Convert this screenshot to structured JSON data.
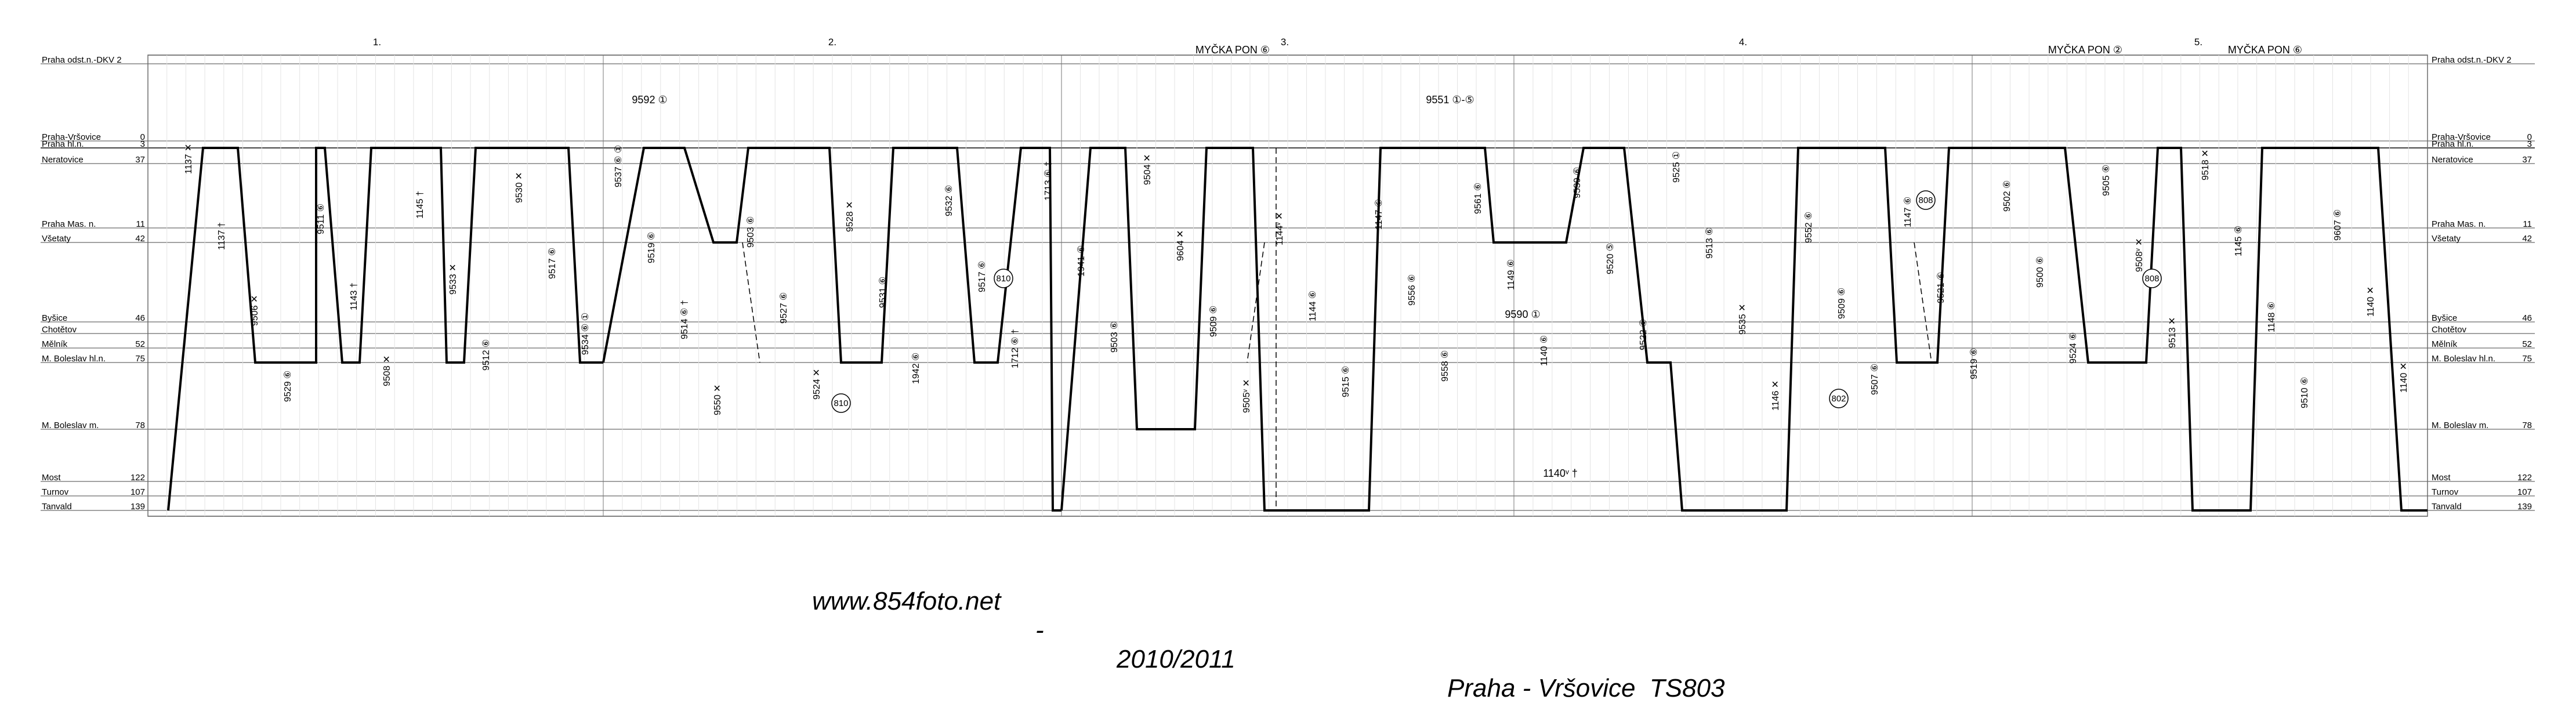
{
  "diagram": {
    "day_labels": [
      "1.",
      "2.",
      "3.",
      "4.",
      "5."
    ],
    "stations": [
      {
        "name": "Praha odst.n.-DKV 2",
        "km": ""
      },
      {
        "name": "Praha-Vršovice",
        "km": "0"
      },
      {
        "name": "Praha hl.n.",
        "km": "3"
      },
      {
        "name": "Neratovice",
        "km": "37"
      },
      {
        "name": "Praha Mas. n.",
        "km": "11"
      },
      {
        "name": "Všetaty",
        "km": "42"
      },
      {
        "name": "Byšice",
        "km": "46"
      },
      {
        "name": "Chotětov",
        "km": ""
      },
      {
        "name": "Mělník",
        "km": "52"
      },
      {
        "name": "M. Boleslav hl.n.",
        "km": "75"
      },
      {
        "name": "M. Boleslav m.",
        "km": "78"
      },
      {
        "name": "Most",
        "km": "122"
      },
      {
        "name": "Turnov",
        "km": "107"
      },
      {
        "name": "Tanvald",
        "km": "139"
      }
    ],
    "annotations": [
      {
        "text": "MYČKA PON ⑥"
      },
      {
        "text": "MYČKA PON ②"
      },
      {
        "text": "MYČKA PON ⑥"
      },
      {
        "text": "9592 ①"
      },
      {
        "text": "9551 ①-⑤"
      },
      {
        "text": "9590 ①"
      },
      {
        "text": "1140ᵛ †"
      },
      {
        "text": "810"
      },
      {
        "text": "810"
      },
      {
        "text": "808"
      },
      {
        "text": "808"
      },
      {
        "text": "802"
      }
    ],
    "train_numbers": [
      "1137 ✕",
      "1137 †",
      "9506 ✕",
      "9529 ⑥",
      "9511 ⑥",
      "1143 †",
      "9508 ✕",
      "1145 †",
      "9533 ✕",
      "9512 ⑥",
      "9530 ✕",
      "9517 ⑥",
      "9534 ⑥ ①",
      "9537 ⑥ ①",
      "9519 ⑥",
      "9514 ⑥ †",
      "9550 ✕",
      "9503 ⑥",
      "9527 ⑥",
      "9524 ✕",
      "9528 ✕",
      "9531 ⑥",
      "1942 ⑥",
      "9532 ⑥",
      "9517 ⑥",
      "1712 ⑥ †",
      "1713 ⑥ †",
      "1941 ⑥",
      "9503 ⑥",
      "9504 ✕",
      "9604 ✕",
      "9509 ⑥",
      "9505ᵛ ✕",
      "1144ᵛ ✕",
      "1144 ⑥",
      "9515 ⑥",
      "1147 ⑥",
      "9556 ⑥",
      "9558 ⑥",
      "9561 ⑥",
      "1149 ⑥",
      "1140 ⑥",
      "9539 ⑥",
      "9520 ⑤",
      "9522 ⑥",
      "9525 ①",
      "9513 ⑥",
      "9535 ✕",
      "1146 ✕",
      "9552 ⑥",
      "9509 ⑥",
      "9507 ⑥",
      "1147 ⑥",
      "9521 ⑥",
      "9519 ⑥",
      "9502 ⑥",
      "9500 ⑥",
      "9524 ⑥",
      "9505 ⑥",
      "9508ᵛ ✕",
      "9513 ✕",
      "9518 ✕",
      "1145 ⑥",
      "1148 ⑥",
      "9510 ⑥",
      "9607 ⑥",
      "1140 ✕",
      "1140 ✕"
    ]
  },
  "footer": {
    "site": "www.854foto.net",
    "separator": "-",
    "season": "2010/2011",
    "title": "Praha - Vršovice  TS803"
  }
}
